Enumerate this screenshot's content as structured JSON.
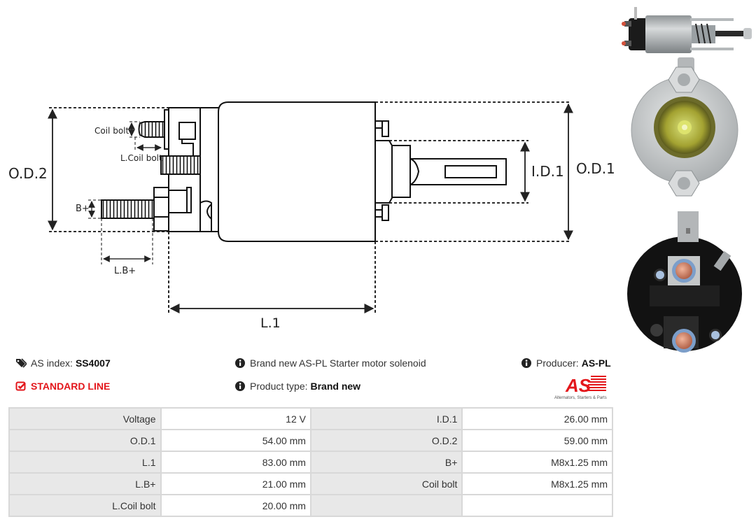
{
  "diagram": {
    "labels": {
      "od2": "O.D.2",
      "od1": "O.D.1",
      "id1": "I.D.1",
      "l1": "L.1",
      "lbplus": "L.B+",
      "bplus": "B+",
      "coil_bolt": "Coil bolt",
      "l_coil_bolt": "L.Coil bolt"
    }
  },
  "photos": {
    "side_view": "solenoid-side-photo",
    "front_view": "solenoid-front-photo",
    "rear_view": "solenoid-terminal-cap-photo"
  },
  "info": {
    "as_index_label": "AS index:",
    "as_index_value": "SS4007",
    "line_badge": "STANDARD LINE",
    "description": "Brand new AS-PL Starter motor solenoid",
    "product_type_label": "Product type:",
    "product_type_value": "Brand new",
    "producer_label": "Producer:",
    "producer_value": "AS-PL",
    "logo_text": "AS",
    "logo_tagline": "Alternators, Starters & Parts",
    "accent_color": "#e3161b"
  },
  "specs": {
    "rows": [
      {
        "k1": "Voltage",
        "v1": "12 V",
        "k2": "I.D.1",
        "v2": "26.00 mm"
      },
      {
        "k1": "O.D.1",
        "v1": "54.00 mm",
        "k2": "O.D.2",
        "v2": "59.00 mm"
      },
      {
        "k1": "L.1",
        "v1": "83.00 mm",
        "k2": "B+",
        "v2": "M8x1.25 mm"
      },
      {
        "k1": "L.B+",
        "v1": "21.00 mm",
        "k2": "Coil bolt",
        "v2": "M8x1.25 mm"
      },
      {
        "k1": "L.Coil bolt",
        "v1": "20.00 mm",
        "k2": "",
        "v2": ""
      }
    ]
  }
}
